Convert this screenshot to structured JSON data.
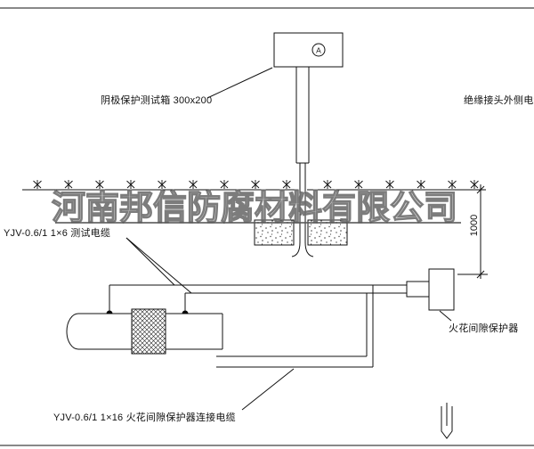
{
  "colors": {
    "line": "#111111",
    "watermark_outline": "#6e6e6e"
  },
  "watermark": {
    "text": "河南邦信防腐材料有限公司"
  },
  "diagram": {
    "ammeter_symbol": "A",
    "labels": {
      "test_box": "阴极保护测试箱 300x200",
      "insulated_joint_cable": "绝缘接头外侧电缆",
      "test_cable": "YJV-0.6/1 1×6  测试电缆",
      "spark_gap_protector": "火花间隙保护器",
      "protector_cable": "YJV-0.6/1 1×16  火花间隙保护器连接电缆"
    },
    "dimensions": {
      "depth": "1000"
    }
  }
}
